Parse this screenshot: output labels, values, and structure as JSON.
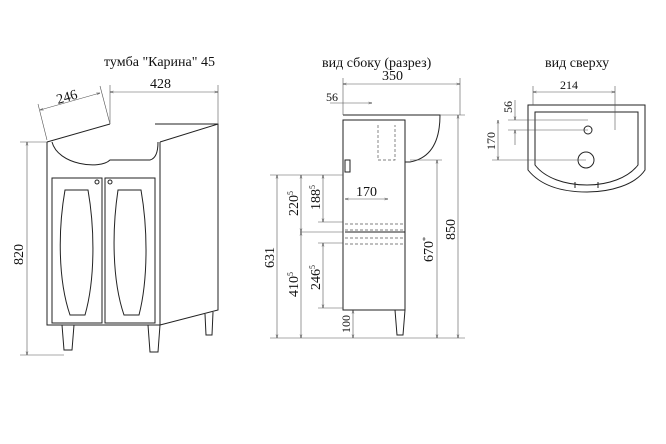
{
  "titles": {
    "front": "тумба \"Карина\" 45",
    "side": "вид сбоку (разрез)",
    "top": "вид сверху"
  },
  "front_dims": {
    "width": "428",
    "depth": "246",
    "height": "820"
  },
  "side_dims": {
    "depth": "350",
    "offset": "56",
    "drain": "170",
    "total_height": "850",
    "sink_height": {
      "value": "670",
      "sup": "*"
    },
    "body_height": "631",
    "upper_compartment": {
      "value": "220",
      "sup": "5"
    },
    "upper_opening": {
      "value": "188",
      "sup": "5"
    },
    "lower_compartment": {
      "value": "410",
      "sup": "5"
    },
    "lower_opening": {
      "value": "246",
      "sup": "5"
    },
    "leg_height": "100"
  },
  "top_dims": {
    "width": "214",
    "offset": "56",
    "depth": "170"
  }
}
